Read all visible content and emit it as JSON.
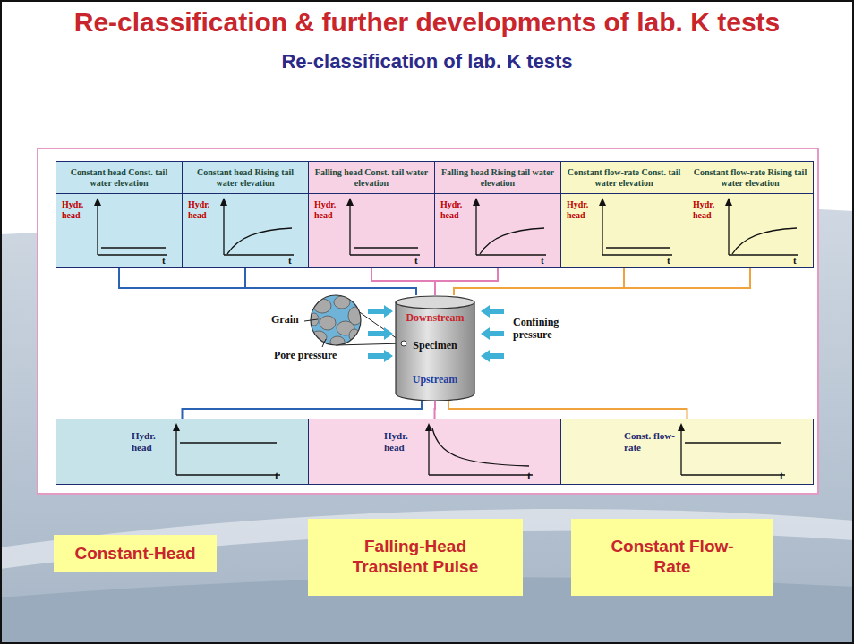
{
  "diagram": {
    "title": "Re-classification & further developments of lab. K tests",
    "nodes": [
      {
        "text": [
          "Constant head Const. tail water elevation",
          "Hydr. head",
          "t"
        ]
      },
      {
        "text": [
          "Constant head Rising tail water elevation",
          "Hydr. head",
          "t"
        ]
      },
      {
        "text": [
          "Falling head Const. tail water elevation",
          "Hydr. head",
          "t"
        ]
      },
      {
        "text": [
          "Falling head Rising tail water elevation",
          "Hydr. head",
          "t"
        ]
      },
      {
        "text": [
          "Constant flow-rate Const. tail water elevation",
          "Hydr. head",
          "t"
        ]
      },
      {
        "text": [
          "Constant flow-rate Rising tail water elevation",
          "Hydr. head",
          "t"
        ]
      },
      {
        "text": [
          "Downstream",
          "Specimen",
          "Upstream"
        ]
      },
      {
        "text": [
          "Hydr. head",
          "t"
        ]
      },
      {
        "text": [
          "Hydr. head",
          "t"
        ]
      },
      {
        "text": [
          "Const. flow-rate",
          "t"
        ]
      },
      {
        "text": [
          "Constant-Head"
        ]
      },
      {
        "text": [
          "Falling-Head Transient Pulse"
        ]
      },
      {
        "text": [
          "Constant Flow-Rate"
        ]
      }
    ],
    "edges": [
      {
        "from": 0,
        "to": 6,
        "arrow": "none"
      },
      {
        "from": 1,
        "to": 6,
        "arrow": "none"
      },
      {
        "from": 2,
        "to": 6,
        "arrow": "none"
      },
      {
        "from": 3,
        "to": 6,
        "arrow": "none"
      },
      {
        "from": 4,
        "to": 6,
        "arrow": "none"
      },
      {
        "from": 5,
        "to": 6,
        "arrow": "none"
      },
      {
        "from": 6,
        "to": 7,
        "arrow": "none"
      },
      {
        "from": 6,
        "to": 8,
        "arrow": "none"
      },
      {
        "from": 6,
        "to": 9,
        "arrow": "none"
      }
    ],
    "labels": [
      "Re-classification of lab. K tests",
      "Grain",
      "Pore pressure",
      "Confining pressure"
    ]
  }
}
